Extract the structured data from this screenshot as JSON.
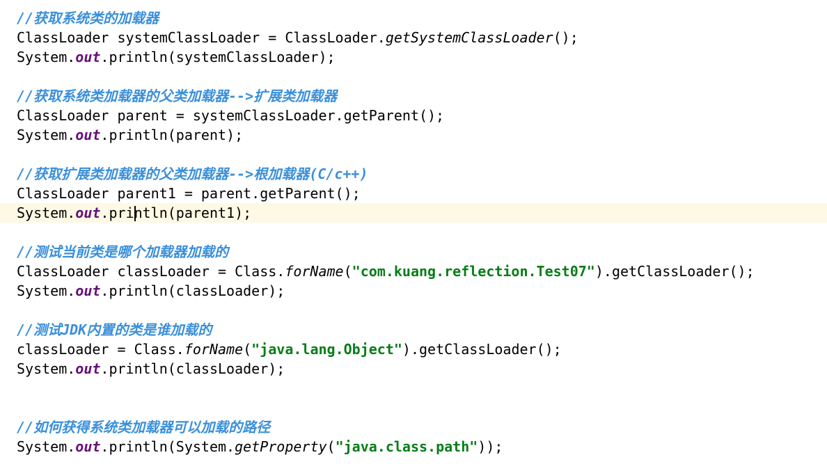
{
  "editor": {
    "current_line": 10,
    "lines": [
      [
        {
          "t": "comment",
          "v": "//获取系统类的加载器"
        }
      ],
      [
        {
          "t": "plain",
          "v": "ClassLoader systemClassLoader = ClassLoader."
        },
        {
          "t": "static-method",
          "v": "getSystemClassLoader"
        },
        {
          "t": "plain",
          "v": "();"
        }
      ],
      [
        {
          "t": "plain",
          "v": "System."
        },
        {
          "t": "static-field",
          "v": "out"
        },
        {
          "t": "plain",
          "v": ".println(systemClassLoader);"
        }
      ],
      [],
      [
        {
          "t": "comment",
          "v": "//获取系统类加载器的父类加载器-->扩展类加载器"
        }
      ],
      [
        {
          "t": "plain",
          "v": "ClassLoader parent = systemClassLoader.getParent();"
        }
      ],
      [
        {
          "t": "plain",
          "v": "System."
        },
        {
          "t": "static-field",
          "v": "out"
        },
        {
          "t": "plain",
          "v": ".println(parent);"
        }
      ],
      [],
      [
        {
          "t": "comment",
          "v": "//获取扩展类加载器的父类加载器-->根加载器(C/c++)"
        }
      ],
      [
        {
          "t": "plain",
          "v": "ClassLoader parent1 = parent.getParent();"
        }
      ],
      [
        {
          "t": "plain",
          "v": "System."
        },
        {
          "t": "static-field",
          "v": "out"
        },
        {
          "t": "plain",
          "v": ".println(parent1);"
        }
      ],
      [],
      [
        {
          "t": "comment",
          "v": "//测试当前类是哪个加载器加载的"
        }
      ],
      [
        {
          "t": "plain",
          "v": "ClassLoader classLoader = Class."
        },
        {
          "t": "static-method",
          "v": "forName"
        },
        {
          "t": "plain",
          "v": "("
        },
        {
          "t": "string",
          "v": "\"com.kuang.reflection.Test07\""
        },
        {
          "t": "plain",
          "v": ").getClassLoader();"
        }
      ],
      [
        {
          "t": "plain",
          "v": "System."
        },
        {
          "t": "static-field",
          "v": "out"
        },
        {
          "t": "plain",
          "v": ".println(classLoader);"
        }
      ],
      [],
      [
        {
          "t": "comment",
          "v": "//测试JDK内置的类是谁加载的"
        }
      ],
      [
        {
          "t": "plain",
          "v": "classLoader = Class."
        },
        {
          "t": "static-method",
          "v": "forName"
        },
        {
          "t": "plain",
          "v": "("
        },
        {
          "t": "string",
          "v": "\"java.lang.Object\""
        },
        {
          "t": "plain",
          "v": ").getClassLoader();"
        }
      ],
      [
        {
          "t": "plain",
          "v": "System."
        },
        {
          "t": "static-field",
          "v": "out"
        },
        {
          "t": "plain",
          "v": ".println(classLoader);"
        }
      ],
      [],
      [],
      [
        {
          "t": "comment",
          "v": "//如何获得系统类加载器可以加载的路径"
        }
      ],
      [
        {
          "t": "plain",
          "v": "System."
        },
        {
          "t": "static-field",
          "v": "out"
        },
        {
          "t": "plain",
          "v": ".println(System."
        },
        {
          "t": "static-method",
          "v": "getProperty"
        },
        {
          "t": "plain",
          "v": "("
        },
        {
          "t": "string",
          "v": "\"java.class.path\""
        },
        {
          "t": "plain",
          "v": "));"
        }
      ]
    ]
  }
}
